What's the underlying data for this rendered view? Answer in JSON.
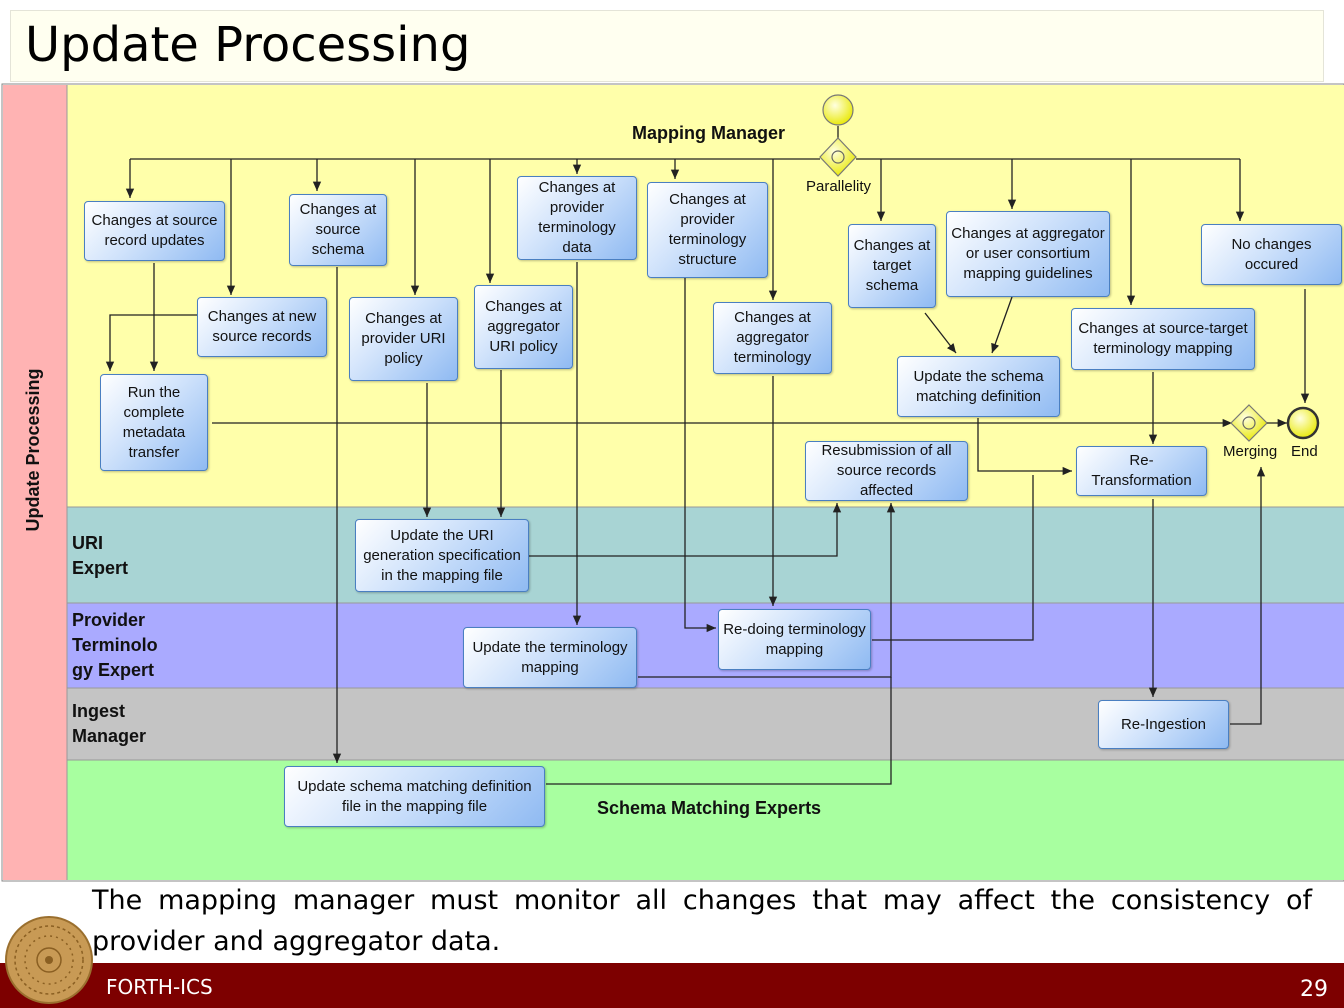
{
  "slide": {
    "title": "Update Processing",
    "page_number": "29",
    "organization": "FORTH-ICS"
  },
  "pool": {
    "label": "Update Processing"
  },
  "lanes": {
    "mapping_manager": "Mapping Manager",
    "uri_expert": "URI\nExpert",
    "provider_terminology_expert": "Provider\nTerminolo\ngy Expert",
    "ingest_manager": "Ingest\nManager",
    "schema_matching_experts": "Schema Matching Experts"
  },
  "gateways": {
    "parallelity": "Parallelity",
    "merging": "Merging",
    "end": "End"
  },
  "tasks": {
    "source_record_updates": "Changes at source\nrecord updates",
    "source_schema": "Changes at\nsource\nschema",
    "provider_terminology_data": "Changes at\nprovider\nterminology data",
    "provider_terminology_structure": "Changes at\nprovider\nterminology\nstructure",
    "new_source_records": "Changes at new\nsource records",
    "provider_uri_policy": "Changes at\nprovider URI\npolicy",
    "aggregator_uri_policy": "Changes at\naggregator\nURI policy",
    "aggregator_terminology": "Changes at\naggregator\nterminology",
    "target_schema": "Changes at\ntarget\nschema",
    "aggregator_guidelines": "Changes at aggregator\nor user consortium\nmapping guidelines",
    "no_changes": "No changes occured",
    "source_target_terminology_mapping": "Changes at source-target\nterminology mapping",
    "run_complete_transfer": "Run the\ncomplete\nmetadata\ntransfer",
    "update_schema_matching_definition": "Update the schema\nmatching definition",
    "resubmission": "Resubmission of all\nsource records affected",
    "re_transformation": "Re-Transformation",
    "update_uri_generation": "Update the URI\ngeneration specification\nin the mapping file",
    "update_terminology_mapping": "Update the terminology\nmapping",
    "redoing_terminology_mapping": "Re-doing terminology\nmapping",
    "re_ingestion": "Re-Ingestion",
    "update_schema_matching_file": "Update schema matching definition\nfile in the mapping file"
  },
  "caption": "The mapping manager must monitor all changes that may affect the consistency of provider and aggregator data.",
  "colors": {
    "lane_mapping_manager": "#ffffaa",
    "lane_uri_expert": "#a8d4d4",
    "lane_provider_terminology": "#aaaaff",
    "lane_ingest_manager": "#c4c4c4",
    "lane_schema_matching": "#a8ffa0",
    "pool_header": "#ffb3b3",
    "footer": "#7d0000",
    "gateway": "#ffff80"
  }
}
